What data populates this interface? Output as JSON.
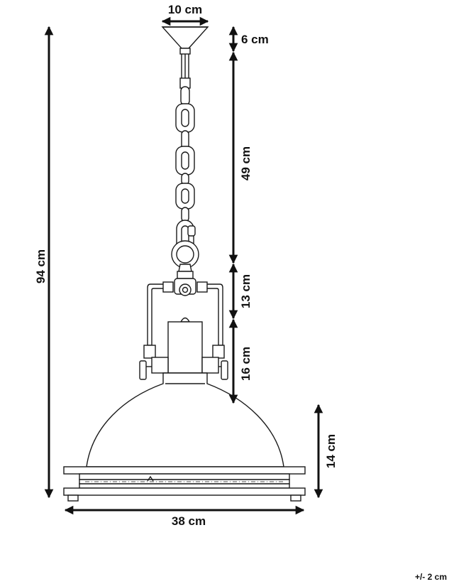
{
  "dimensions": {
    "canopy_width": "10 cm",
    "canopy_height": "6 cm",
    "chain_length": "49 cm",
    "bracket_height": "13 cm",
    "neck_height": "16 cm",
    "shade_height": "14 cm",
    "total_height": "94 cm",
    "shade_width": "38 cm"
  },
  "tolerance": "+/- 2 cm"
}
